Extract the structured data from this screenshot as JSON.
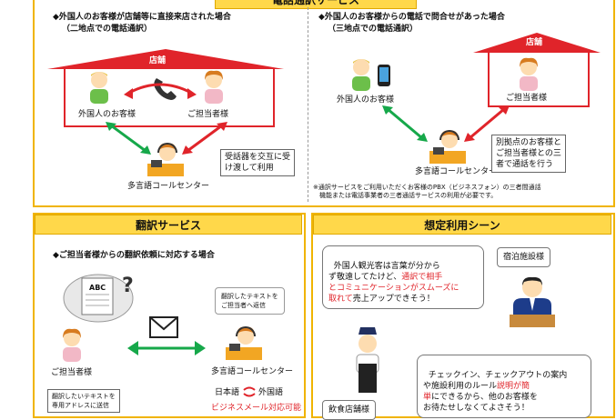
{
  "sections": {
    "phone": {
      "title": "電話通訳サービス",
      "left": {
        "heading": "◆外国人のお客様が店舗等に直接来店された場合",
        "sub": "（二地点での電話通訳）",
        "store_label": "店舗",
        "customer_label": "外国人のお客様",
        "staff_label": "ご担当者様",
        "center_label": "多言語コールセンター",
        "note": "受話器を交互に受\nけ渡して利用"
      },
      "right": {
        "heading": "◆外国人のお客様からの電話で問合せがあった場合",
        "sub": "（三地点での電話通訳）",
        "store_label": "店舗",
        "customer_label": "外国人のお客様",
        "staff_label": "ご担当者様",
        "center_label": "多言語コールセンター",
        "note": "別拠点のお客様と\nご担当者様との三\n者で通話を行う",
        "footnote": "※通訳サービスをご利用いただくお客様のPBX（ビジネスフォン）の三者間通話\n　機能または電話事業者の三者通話サービスの利用が必要です。"
      }
    },
    "translation": {
      "title": "翻訳サービス",
      "heading": "◆ご担当者様からの翻訳依頼に対応する場合",
      "doc_label": "ABC",
      "staff_label": "ご担当者様",
      "center_label": "多言語コールセンター",
      "reply_note": "翻訳したテキストを\nご担当者へ返信",
      "send_note": "翻訳したいテキストを\n専用アドレスに送信",
      "lang_jp": "日本語",
      "lang_foreign": "外国語",
      "partial_text": "ビジネスメール対応可能"
    },
    "scenes": {
      "title": "想定利用シーン",
      "bubble1_a": "外国人観光客は言葉が分から\nず敬遠してたけど、",
      "bubble1_red": "通訳で相手\nとコミュニケーションがスムーズに\n取れて",
      "bubble1_b": "売上アップできそう！",
      "hotel_label": "宿泊施設様",
      "bubble2_a": "チェックイン、チェックアウトの案内\nや施設利用のルール",
      "bubble2_red1": "説明が簡",
      "bubble2_red2": "単",
      "bubble2_b": "にできるから、他のお客様を\nお待たせしなくてよさそう！",
      "restaurant_label": "飲食店舗様"
    }
  },
  "colors": {
    "border": "#f0b400",
    "title_bg": "#ffd84a",
    "roof": "#e0242a",
    "arrow_green": "#16a84a",
    "arrow_red": "#e0242a",
    "accent_red": "#e0242a"
  }
}
